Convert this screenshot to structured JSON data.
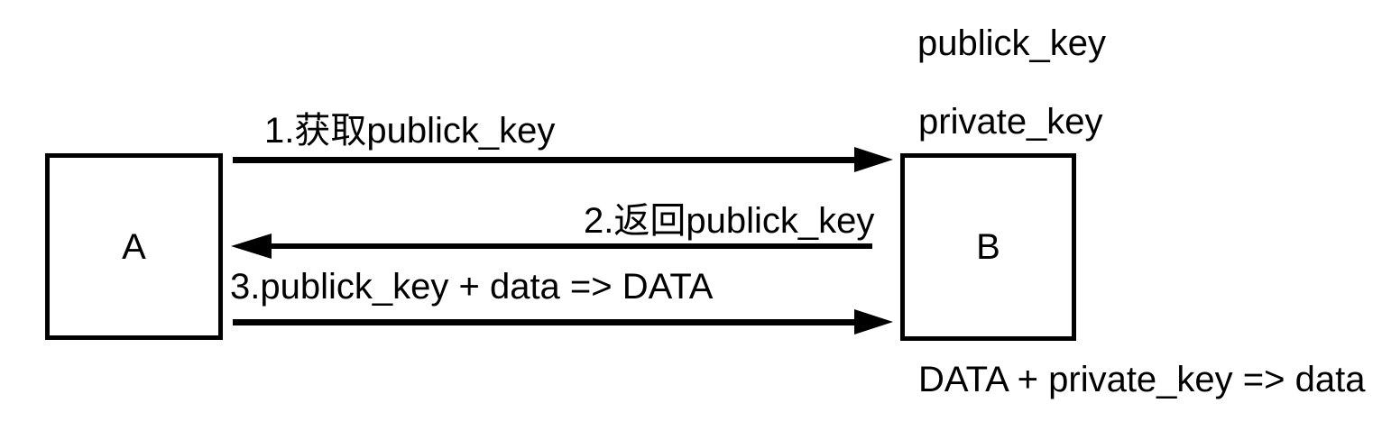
{
  "diagram": {
    "background": "#ffffff",
    "ink_color": "#000000",
    "nodes": {
      "a": {
        "label": "A"
      },
      "b": {
        "label": "B",
        "keys": [
          "publick_key",
          "private_key"
        ],
        "note": "DATA + private_key => data"
      }
    },
    "arrows": [
      {
        "label": "1.获取publick_key",
        "direction": "right",
        "from": "A",
        "to": "B"
      },
      {
        "label": "2.返回publick_key",
        "direction": "left",
        "from": "B",
        "to": "A"
      },
      {
        "label": "3.publick_key + data => DATA",
        "direction": "right",
        "from": "A",
        "to": "B"
      }
    ]
  }
}
